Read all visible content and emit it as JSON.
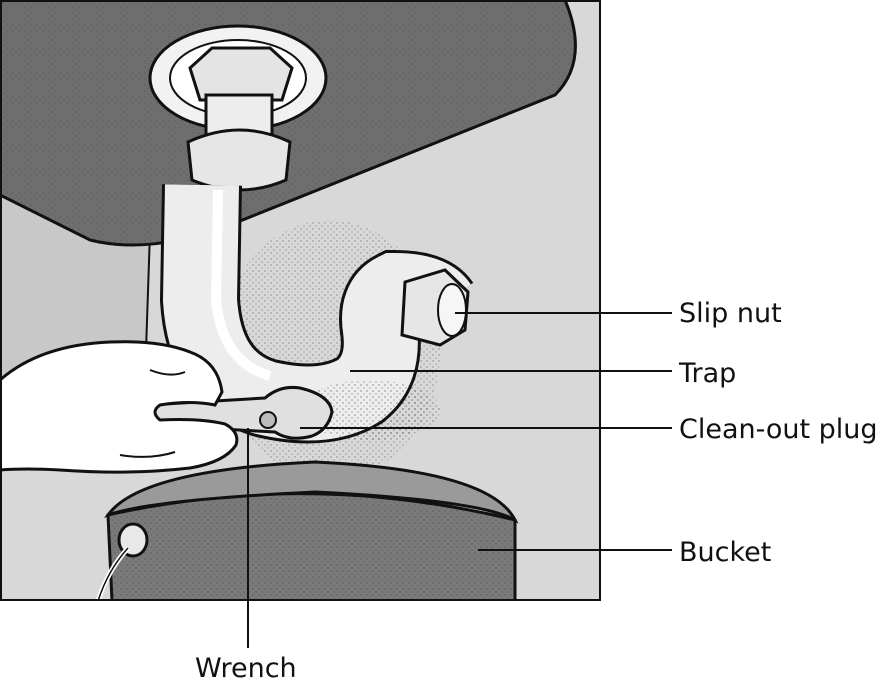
{
  "labels": {
    "slip_nut": "Slip nut",
    "trap": "Trap",
    "clean_out_plug": "Clean-out plug",
    "bucket": "Bucket",
    "wrench": "Wrench"
  },
  "colors": {
    "wall": "#d8d8d8",
    "cabinet": "#6f6f6f",
    "pipe": "#ededed",
    "bucket": "#7a7a7a",
    "outline": "#111111",
    "hand": "#ffffff"
  }
}
